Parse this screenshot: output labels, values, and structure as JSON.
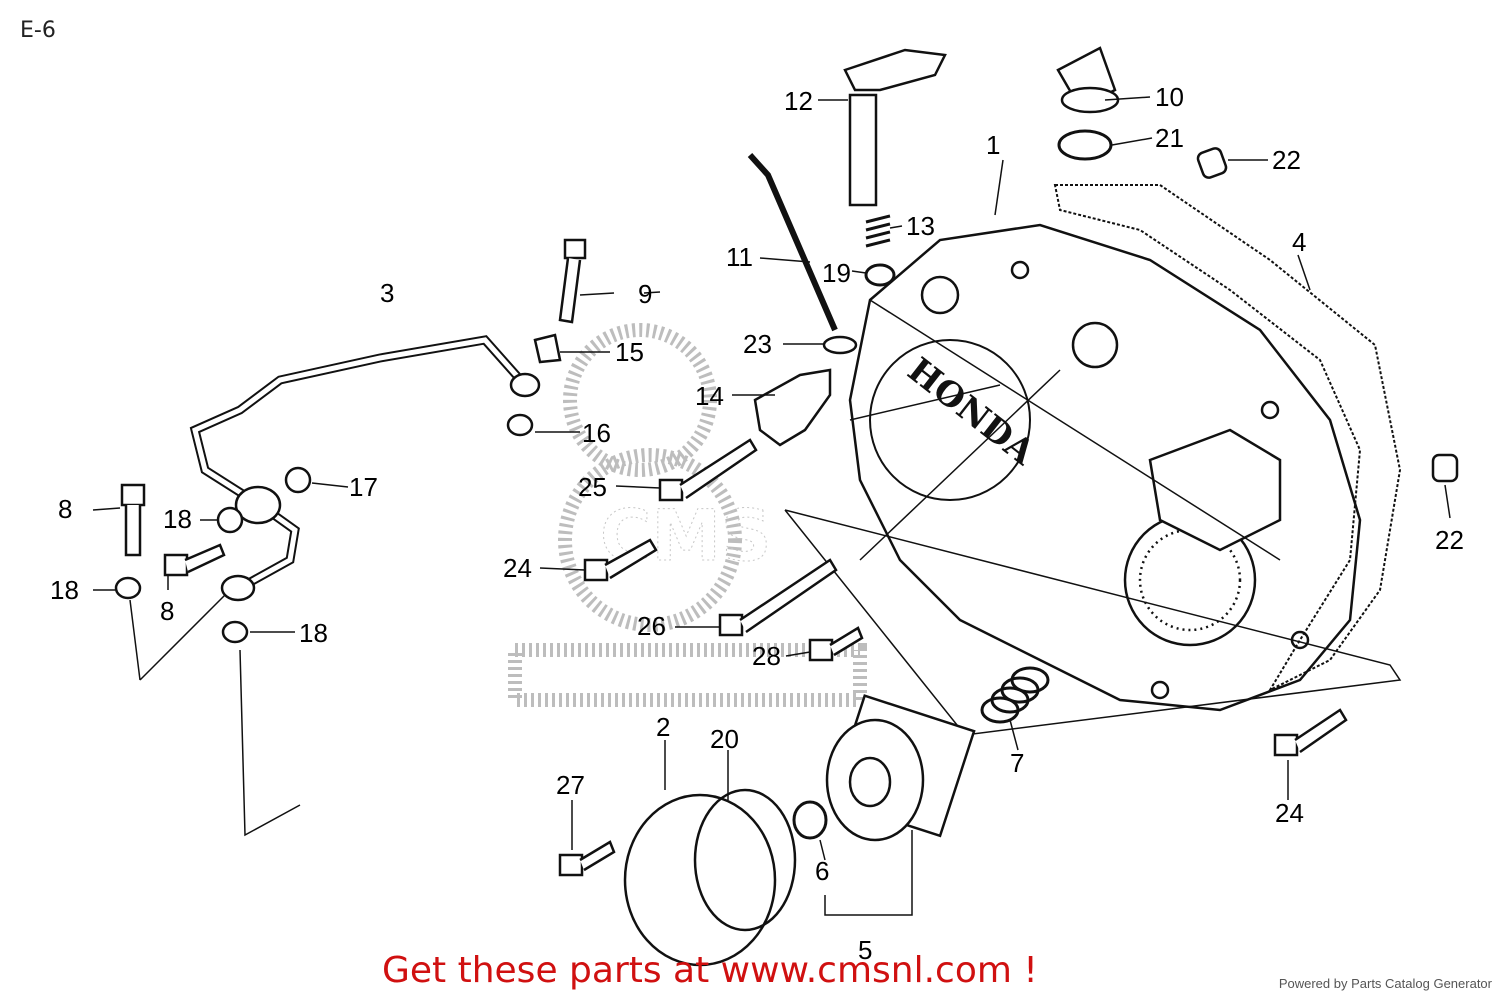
{
  "title": "E-6",
  "brand_text": "HONDA",
  "watermark": "CMS",
  "footer": {
    "link_text": "Get these parts at www.cmsnl.com !",
    "powered_by": "Powered by Parts Catalog Generator"
  },
  "colors": {
    "link": "#d01010",
    "line": "#111111",
    "watermark": "#aaaaaa"
  },
  "part_labels": [
    "1",
    "2",
    "3",
    "4",
    "5",
    "6",
    "7",
    "8",
    "8",
    "9",
    "10",
    "11",
    "12",
    "13",
    "14",
    "15",
    "16",
    "17",
    "18",
    "18",
    "18",
    "19",
    "20",
    "21",
    "22",
    "22",
    "23",
    "24",
    "24",
    "25",
    "26",
    "27",
    "28"
  ]
}
